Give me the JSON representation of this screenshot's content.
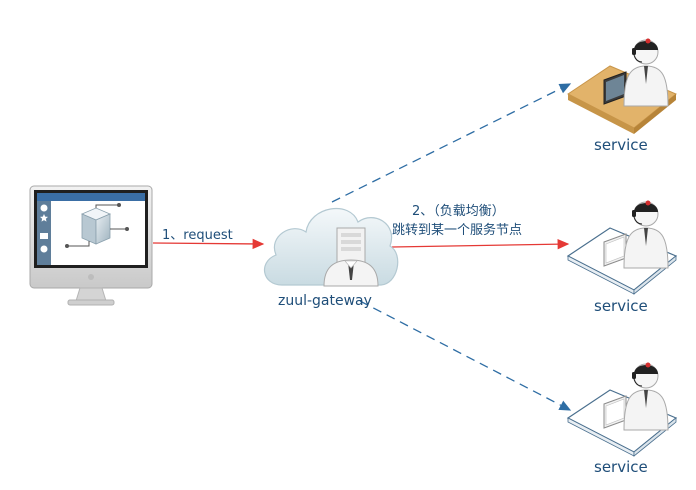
{
  "nodes": {
    "client": {
      "icon": "desktop-monitor-icon"
    },
    "gateway": {
      "label": "zuul-gateway",
      "icon": "cloud-server-icon"
    },
    "services": [
      {
        "label": "service",
        "icon": "operator-desk-icon",
        "desk_color": "#e2b36a"
      },
      {
        "label": "service",
        "icon": "operator-desk-icon",
        "desk_color": "#ffffff"
      },
      {
        "label": "service",
        "icon": "operator-desk-icon",
        "desk_color": "#ffffff"
      }
    ]
  },
  "edges": {
    "request": {
      "label": "1、request",
      "color": "#e53935"
    },
    "forward": {
      "label_line1": "2、（负载均衡）",
      "label_line2": "跳转到某一个服务节点",
      "color": "#e53935"
    },
    "balance_color": "#2e6da4"
  }
}
